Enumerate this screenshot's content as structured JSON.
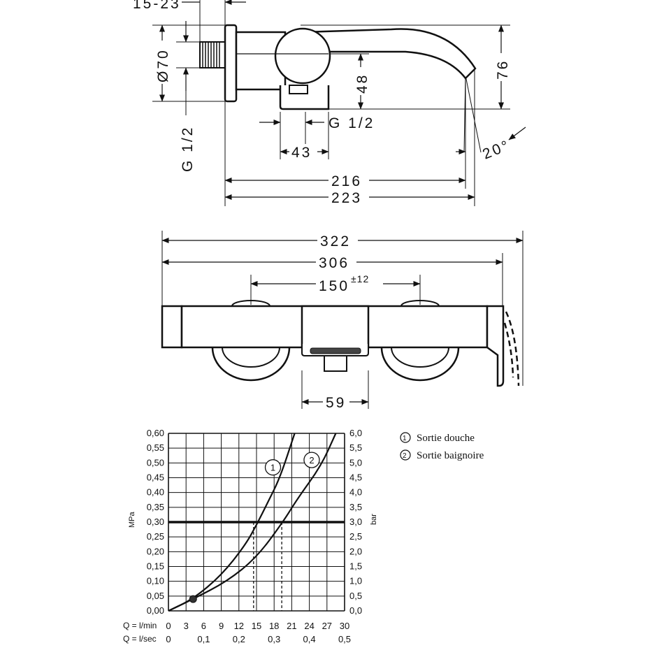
{
  "side_view": {
    "dims": {
      "top_offset": "15-23",
      "diameter": "Ø70",
      "thread_left": "G 1/2",
      "height_48": "48",
      "height_76": "76",
      "thread_bottom": "G 1/2",
      "width_43": "43",
      "angle": "20°",
      "length_216": "216",
      "length_223": "223"
    }
  },
  "top_view": {
    "dims": {
      "width_322": "322",
      "width_306": "306",
      "centers": "150",
      "centers_tol": "±12",
      "width_59": "59"
    }
  },
  "chart_data": {
    "type": "line",
    "title": "",
    "ylabel_left": "MPa",
    "ylabel_right": "bar",
    "y_left_ticks": [
      "0,00",
      "0,05",
      "0,10",
      "0,15",
      "0,20",
      "0,25",
      "0,30",
      "0,35",
      "0,40",
      "0,45",
      "0,50",
      "0,55",
      "0,60"
    ],
    "y_right_ticks": [
      "0,0",
      "0,5",
      "1,0",
      "1,5",
      "2,0",
      "2,5",
      "3,0",
      "3,5",
      "4,0",
      "4,5",
      "5,0",
      "5,5",
      "6,0"
    ],
    "x_label_lmin": "Q = l/min",
    "x_ticks_lmin": [
      "0",
      "3",
      "6",
      "9",
      "12",
      "15",
      "18",
      "21",
      "24",
      "27",
      "30"
    ],
    "x_label_lsec": "Q = l/sec",
    "x_ticks_lsec": [
      "0",
      "0,1",
      "0,2",
      "0,3",
      "0,4",
      "0,5"
    ],
    "xlim": [
      0,
      30
    ],
    "ylim": [
      0,
      0.6
    ],
    "reference_line_mpa": 0.3,
    "series": [
      {
        "name": "Sortie douche",
        "marker": "1",
        "x": [
          0,
          4.2,
          9,
          13,
          15,
          17,
          19,
          21.5
        ],
        "y": [
          0,
          0.04,
          0.12,
          0.22,
          0.29,
          0.37,
          0.45,
          0.6
        ]
      },
      {
        "name": "Sortie baignoire",
        "marker": "2",
        "x": [
          0,
          4.2,
          10,
          15,
          19.5,
          22,
          26,
          28.5
        ],
        "y": [
          0,
          0.04,
          0.1,
          0.18,
          0.3,
          0.38,
          0.49,
          0.6
        ]
      }
    ],
    "dropdown_x_lmin": [
      14.5,
      19.3
    ],
    "common_point": {
      "x": 4.2,
      "y": 0.04
    },
    "legend": [
      {
        "marker": "1",
        "label": "Sortie douche"
      },
      {
        "marker": "2",
        "label": "Sortie baignoire"
      }
    ],
    "grid": true
  }
}
